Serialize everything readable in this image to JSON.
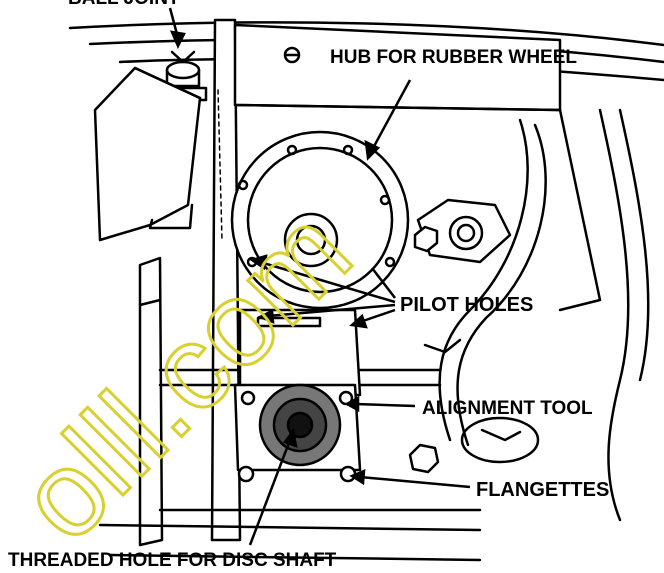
{
  "diagram": {
    "labels": {
      "ball_joint": "BALL JOINT",
      "hub": "HUB FOR RUBBER WHEEL",
      "pilot_holes": "PILOT HOLES",
      "alignment_tool": "ALIGNMENT TOOL",
      "flangettes": "FLANGETTES",
      "threaded_hole": "THREADED HOLE FOR DISC SHAFT"
    },
    "watermark": "olll.com",
    "colors": {
      "ink": "#000000",
      "paper": "#ffffff",
      "watermark": "#d8d030"
    }
  }
}
